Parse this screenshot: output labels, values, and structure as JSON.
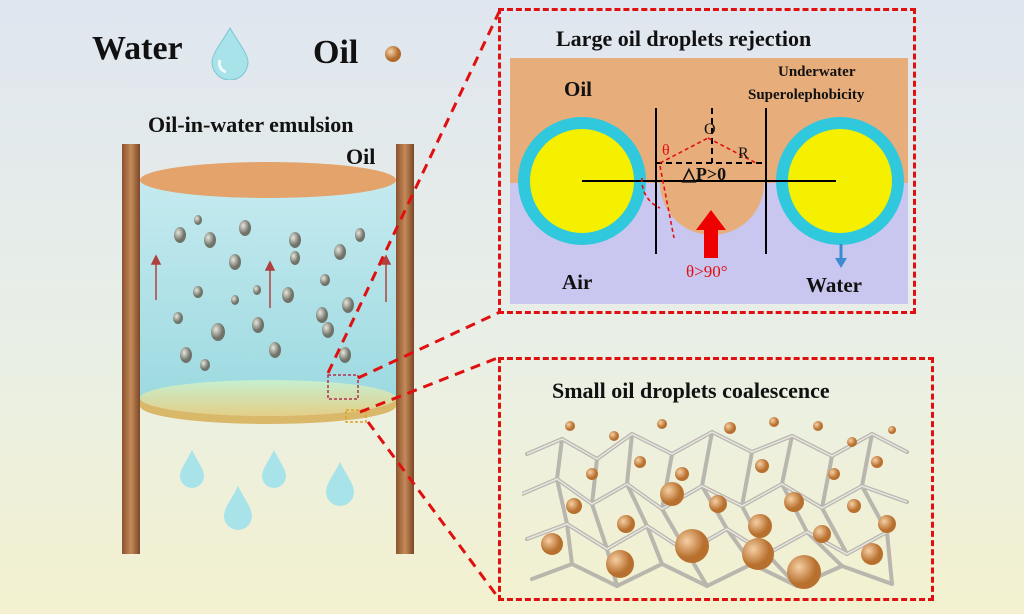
{
  "legend": {
    "water": "Water",
    "oil": "Oil"
  },
  "left": {
    "emulsion_label": "Oil-in-water emulsion",
    "oil_layer_label": "Oil"
  },
  "top_panel": {
    "title": "Large oil droplets rejection",
    "oil": "Oil",
    "underwater": "Underwater",
    "superolephobicity": "Superolephobicity",
    "theta": "θ",
    "O": "O",
    "R": "R",
    "dp": "△P>0",
    "angle": "θ>90°",
    "air": "Air",
    "water": "Water"
  },
  "bottom_panel": {
    "title": "Small oil droplets coalescence"
  },
  "colors": {
    "water": "#a9e3ea",
    "oil": "#e3a36b",
    "fiber_core": "#f5f000",
    "fiber_ring": "#30c8dc",
    "panel_oil_bg": "#e7ad7b",
    "panel_air_bg": "#c9c7f0",
    "dash": "#e01010",
    "wood": "#b8794a"
  }
}
